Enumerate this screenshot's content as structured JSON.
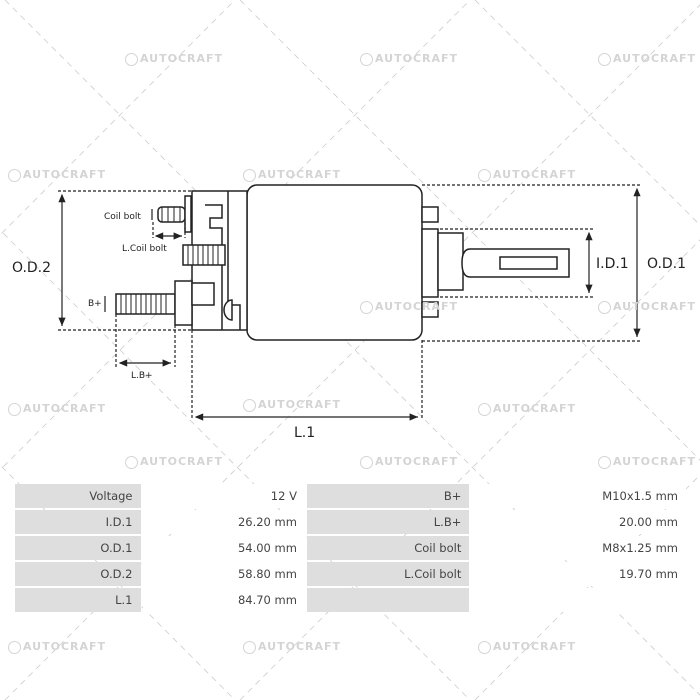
{
  "watermark": "AUTOCRAFT",
  "diagram": {
    "labels": {
      "od2": "O.D.2",
      "od1": "O.D.1",
      "id1": "I.D.1",
      "l1": "L.1",
      "lb": "L.B+",
      "bplus": "B+",
      "coil_bolt": "Coil bolt",
      "l_coil_bolt": "L.Coil bolt"
    }
  },
  "specs": {
    "rows": [
      {
        "k1": "Voltage",
        "v1": "12 V",
        "k2": "B+",
        "v2": "M10x1.5 mm"
      },
      {
        "k1": "I.D.1",
        "v1": "26.20 mm",
        "k2": "L.B+",
        "v2": "20.00 mm"
      },
      {
        "k1": "O.D.1",
        "v1": "54.00 mm",
        "k2": "Coil bolt",
        "v2": "M8x1.25 mm"
      },
      {
        "k1": "O.D.2",
        "v1": "58.80 mm",
        "k2": "L.Coil bolt",
        "v2": "19.70 mm"
      },
      {
        "k1": "L.1",
        "v1": "84.70 mm",
        "k2": "",
        "v2": ""
      }
    ]
  }
}
